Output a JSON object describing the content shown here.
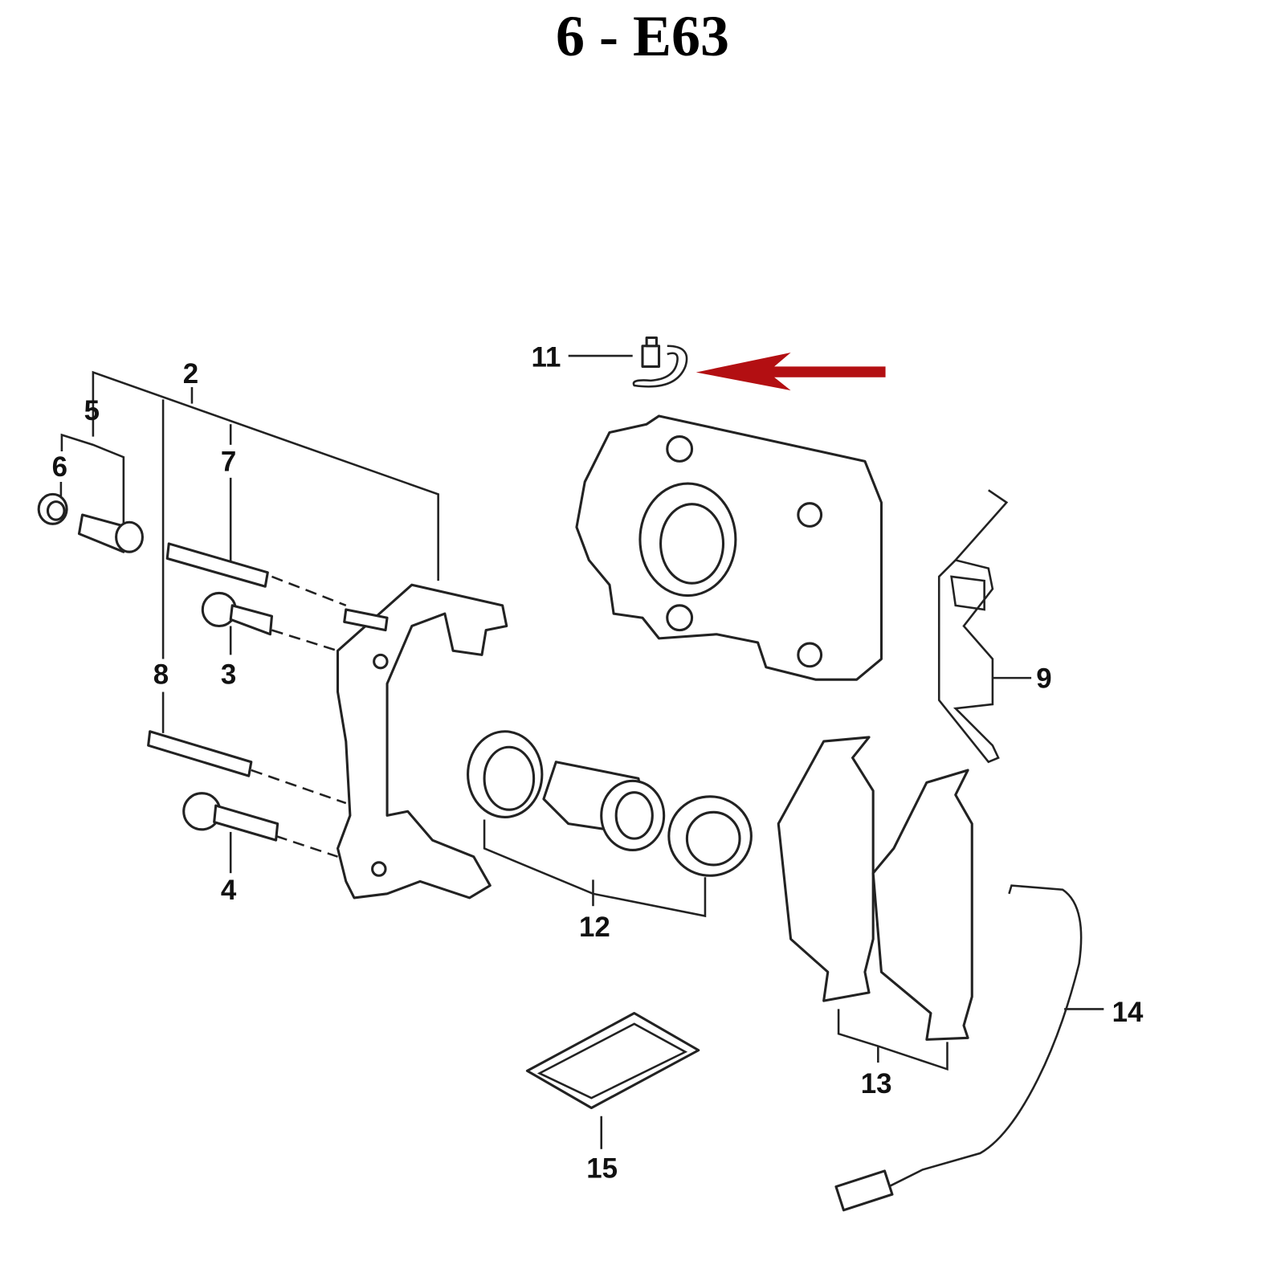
{
  "title": "6 - E63",
  "callouts": {
    "c2": "2",
    "c3": "3",
    "c4": "4",
    "c5": "5",
    "c6": "6",
    "c7": "7",
    "c8": "8",
    "c9": "9",
    "c11": "11",
    "c12": "12",
    "c13": "13",
    "c14": "14",
    "c15": "15"
  },
  "colors": {
    "arrow": "#b30f12",
    "line": "#222222"
  }
}
